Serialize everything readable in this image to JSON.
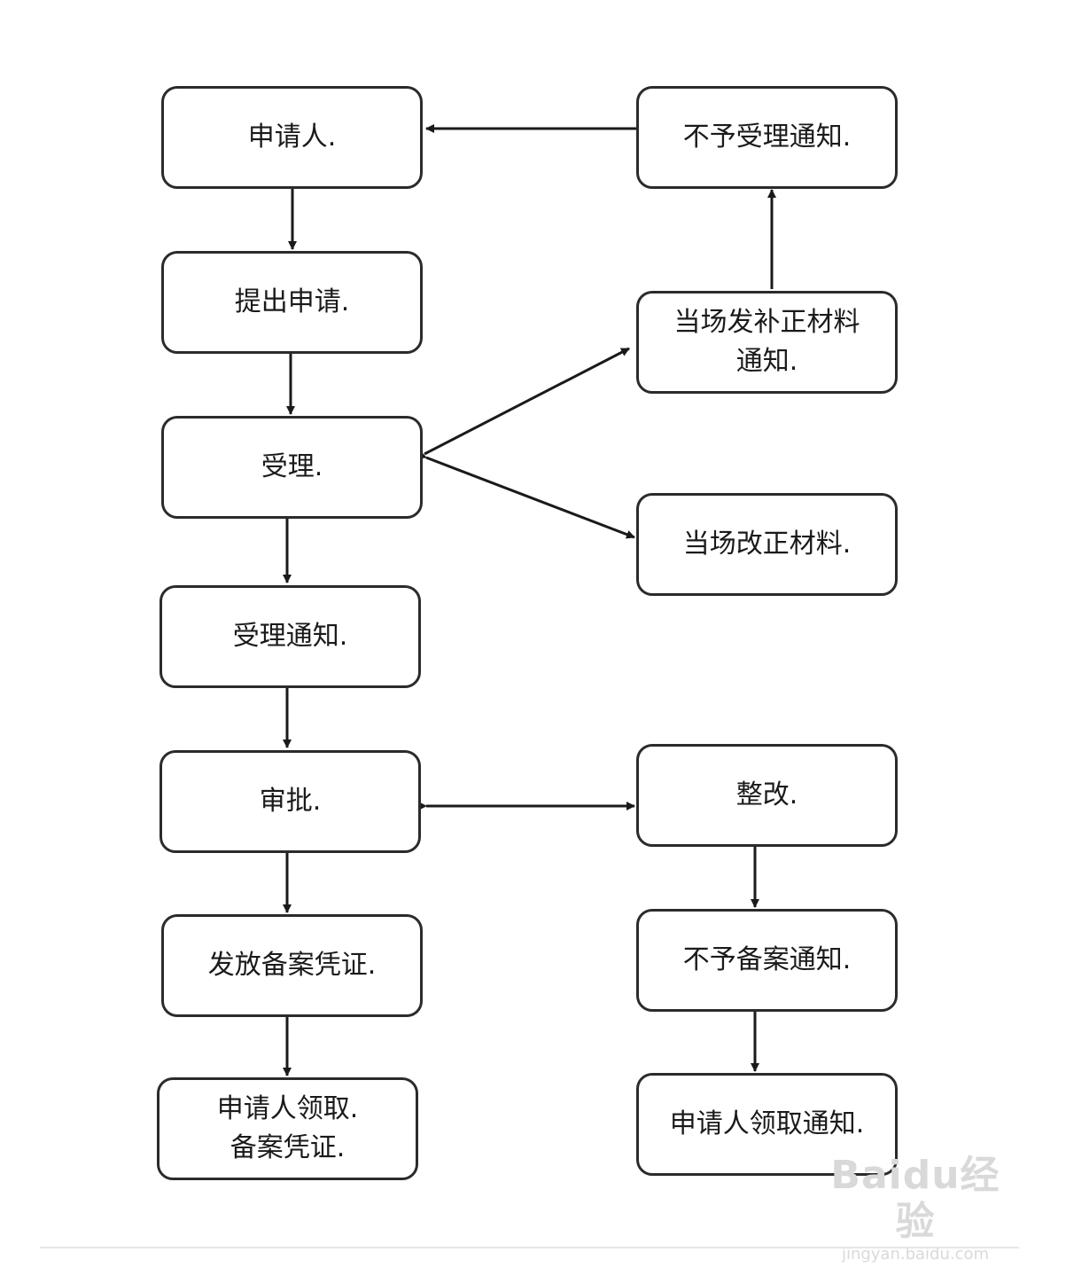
{
  "flowchart": {
    "left": {
      "applicant": "申请人.",
      "submit": "提出申请.",
      "accept": "受理.",
      "accept_notice": "受理通知.",
      "approve": "审批.",
      "issue_certificate": "发放备案凭证.",
      "collect_certificate": "申请人领取.\n备案凭证."
    },
    "right": {
      "reject_notice": "不予受理通知.",
      "supplement_notice": "当场发补正材料\n通知.",
      "correct_materials": "当场改正材料.",
      "rectify": "整改.",
      "no_filing_notice": "不予备案通知.",
      "collect_notice": "申请人领取通知."
    }
  },
  "watermark": {
    "logo": "Baidu经验",
    "url": "jingyan.baidu.com"
  }
}
